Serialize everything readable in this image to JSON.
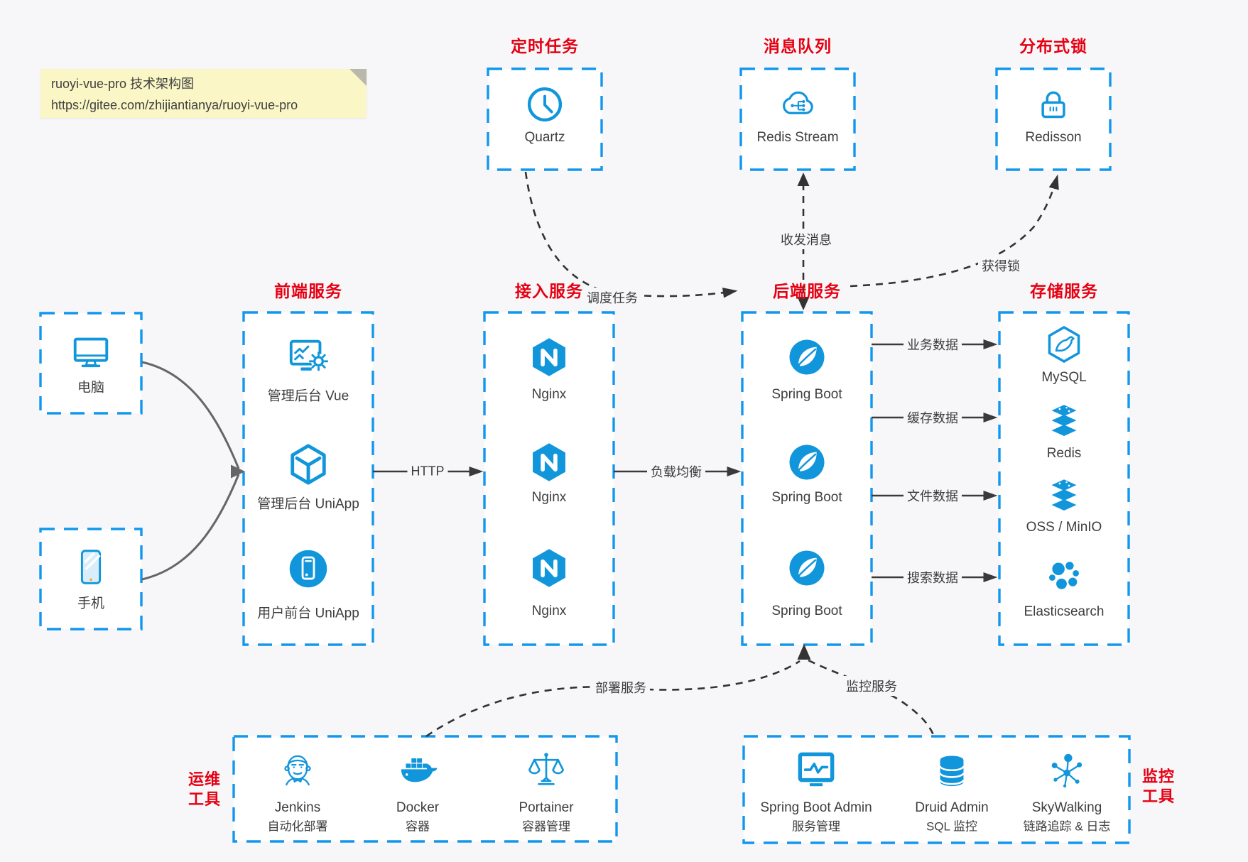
{
  "note": {
    "line1": "ruoyi-vue-pro 技术架构图",
    "line2": "https://gitee.com/zhijiantianya/ruoyi-vue-pro"
  },
  "top_groups": [
    {
      "title": "定时任务",
      "icon": "clock-icon",
      "label": "Quartz"
    },
    {
      "title": "消息队列",
      "icon": "cloud-share-icon",
      "label": "Redis Stream"
    },
    {
      "title": "分布式锁",
      "icon": "lock-icon",
      "label": "Redisson"
    }
  ],
  "clients": [
    {
      "icon": "desktop-icon",
      "label": "电脑"
    },
    {
      "icon": "smartphone-icon",
      "label": "手机"
    }
  ],
  "columns": [
    {
      "title": "前端服务",
      "items": [
        {
          "icon": "admin-screen-gear-icon",
          "label": "管理后台 Vue"
        },
        {
          "icon": "uniapp-cube-icon",
          "label": "管理后台 UniApp"
        },
        {
          "icon": "user-app-icon",
          "label": "用户前台 UniApp"
        }
      ]
    },
    {
      "title": "接入服务",
      "items": [
        {
          "icon": "nginx-icon",
          "label": "Nginx"
        },
        {
          "icon": "nginx-icon",
          "label": "Nginx"
        },
        {
          "icon": "nginx-icon",
          "label": "Nginx"
        }
      ]
    },
    {
      "title": "后端服务",
      "items": [
        {
          "icon": "spring-icon",
          "label": "Spring Boot"
        },
        {
          "icon": "spring-icon",
          "label": "Spring Boot"
        },
        {
          "icon": "spring-icon",
          "label": "Spring Boot"
        }
      ]
    },
    {
      "title": "存储服务",
      "items": [
        {
          "icon": "mysql-dolphin-icon",
          "label": "MySQL"
        },
        {
          "icon": "redis-stack-icon",
          "label": "Redis"
        },
        {
          "icon": "redis-stack-icon",
          "label": "OSS / MinIO"
        },
        {
          "icon": "elasticsearch-icon",
          "label": "Elasticsearch"
        }
      ]
    }
  ],
  "ops_group": {
    "title_line1": "运维",
    "title_line2": "工具",
    "items": [
      {
        "icon": "jenkins-icon",
        "label": "Jenkins",
        "sublabel": "自动化部署"
      },
      {
        "icon": "docker-icon",
        "label": "Docker",
        "sublabel": "容器"
      },
      {
        "icon": "portainer-icon",
        "label": "Portainer",
        "sublabel": "容器管理"
      }
    ]
  },
  "monitor_group": {
    "title_line1": "监控",
    "title_line2": "工具",
    "items": [
      {
        "icon": "monitor-chart-icon",
        "label": "Spring Boot Admin",
        "sublabel": "服务管理"
      },
      {
        "icon": "database-icon",
        "label": "Druid Admin",
        "sublabel": "SQL 监控"
      },
      {
        "icon": "topology-icon",
        "label": "SkyWalking",
        "sublabel": "链路追踪 & 日志"
      }
    ]
  },
  "edges": {
    "http": "HTTP",
    "load_balance": "负载均衡",
    "schedule": "调度任务",
    "message": "收发消息",
    "lock": "获得锁",
    "deploy": "部署服务",
    "monitor": "监控服务",
    "business": "业务数据",
    "cache": "缓存数据",
    "file": "文件数据",
    "search": "搜索数据"
  },
  "colors": {
    "accent_blue": "#1296db",
    "border_blue": "#1297ec",
    "title_red": "#e60012",
    "wire_dark": "#3a3a3a",
    "client_wire_gray": "#666666",
    "note_yellow": "#faf6c6",
    "background": "#f7f7f9"
  }
}
